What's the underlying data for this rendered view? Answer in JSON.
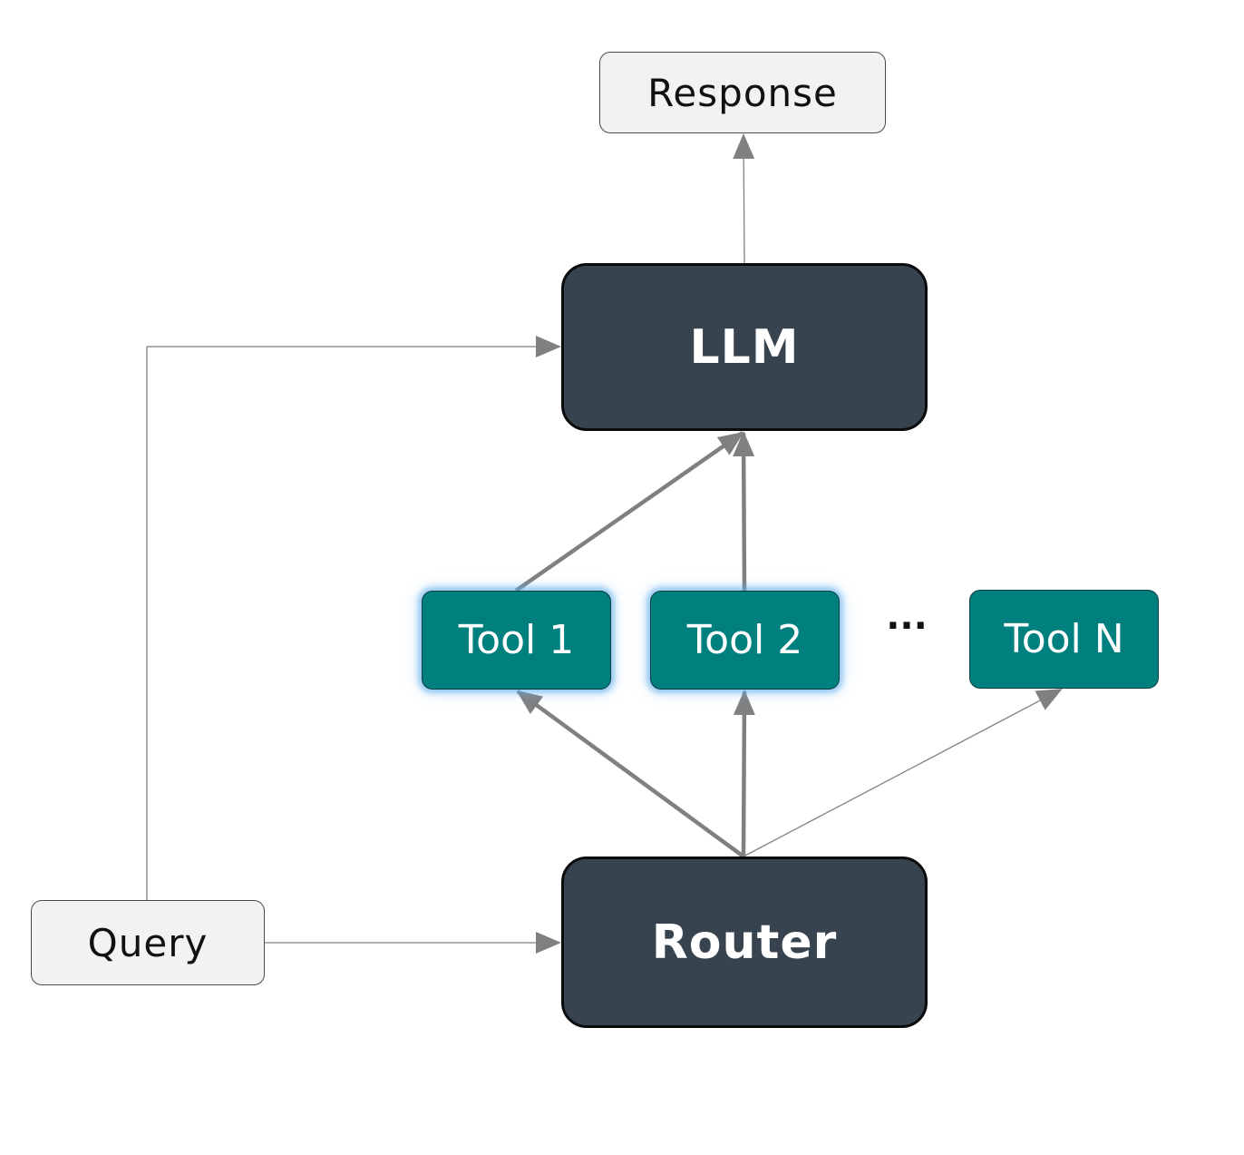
{
  "colors": {
    "light_node_fill": "#f2f2f2",
    "dark_node_fill": "#37434f",
    "tool_node_fill": "#007f7f",
    "connector": "#808080"
  },
  "nodes": {
    "response": {
      "label": "Response"
    },
    "llm": {
      "label": "LLM"
    },
    "tool_1": {
      "label": "Tool 1"
    },
    "tool_2": {
      "label": "Tool 2"
    },
    "ellipsis": {
      "label": "···"
    },
    "tool_n": {
      "label": "Tool N"
    },
    "router": {
      "label": "Router"
    },
    "query": {
      "label": "Query"
    }
  },
  "edges": [
    {
      "from": "query",
      "to": "router"
    },
    {
      "from": "query",
      "to": "llm"
    },
    {
      "from": "router",
      "to": "tool_1"
    },
    {
      "from": "router",
      "to": "tool_2"
    },
    {
      "from": "router",
      "to": "tool_n"
    },
    {
      "from": "tool_1",
      "to": "llm"
    },
    {
      "from": "tool_2",
      "to": "llm"
    },
    {
      "from": "llm",
      "to": "response"
    }
  ]
}
